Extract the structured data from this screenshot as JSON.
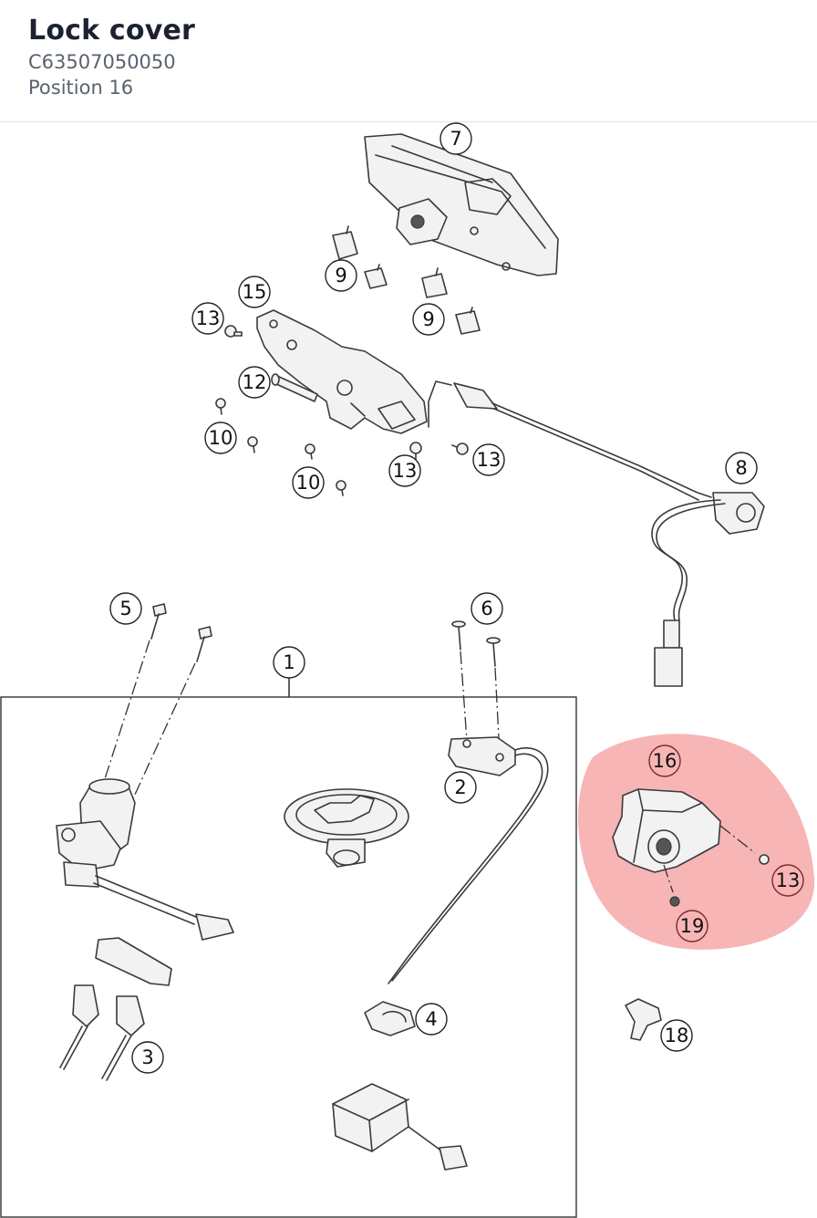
{
  "header": {
    "title": "Lock cover",
    "part_number": "C63507050050",
    "position": "Position 16"
  },
  "diagram": {
    "highlight_color": "#f07878",
    "highlighted_label": "16",
    "callouts": {
      "c1": "1",
      "c2": "2",
      "c3": "3",
      "c4": "4",
      "c5": "5",
      "c6": "6",
      "c7": "7",
      "c8": "8",
      "c9a": "9",
      "c9b": "9",
      "c10a": "10",
      "c10b": "10",
      "c12": "12",
      "c13a": "13",
      "c13b": "13",
      "c13c": "13",
      "c13d": "13",
      "c15": "15",
      "c16": "16",
      "c18": "18",
      "c19": "19"
    }
  }
}
